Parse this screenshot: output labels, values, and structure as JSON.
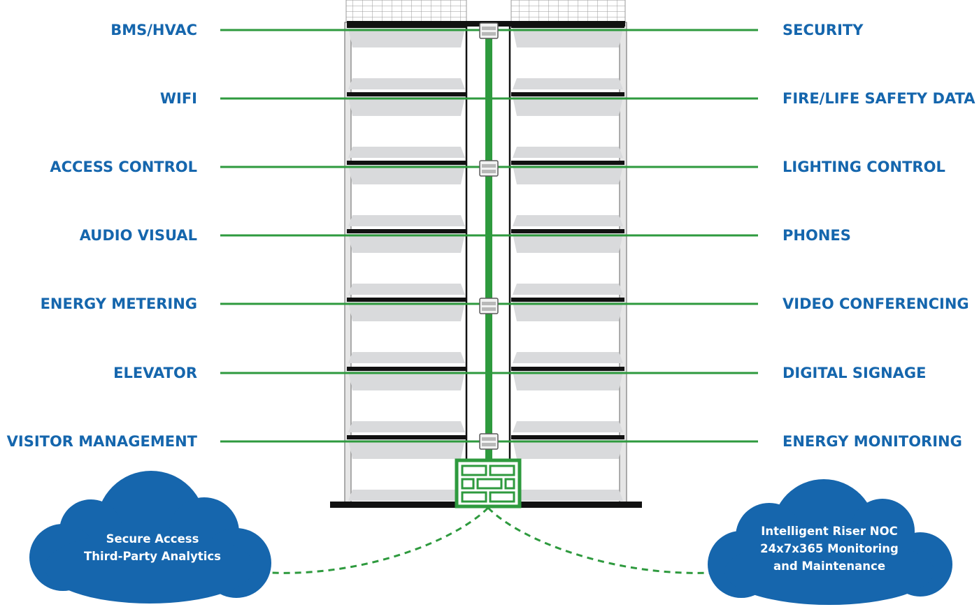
{
  "colors": {
    "label_blue": "#1566ad",
    "connector_green": "#2e9a3e",
    "cloud_blue": "#1666ad",
    "structure_black": "#111111"
  },
  "left_labels": [
    "BMS/HVAC",
    "WIFI",
    "ACCESS CONTROL",
    "AUDIO VISUAL",
    "ENERGY METERING",
    "ELEVATOR",
    "VISITOR MANAGEMENT"
  ],
  "right_labels": [
    "SECURITY",
    "FIRE/LIFE SAFETY DATA",
    "LIGHTING CONTROL",
    "PHONES",
    "VIDEO CONFERENCING",
    "DIGITAL SIGNAGE",
    "ENERGY MONITORING"
  ],
  "clouds": {
    "left": {
      "lines": [
        "Secure Access",
        "Third-Party Analytics"
      ]
    },
    "right": {
      "lines": [
        "Intelligent Riser NOC",
        "24x7x365 Monitoring",
        "and Maintenance"
      ]
    }
  },
  "icons": {
    "network_switch": "network-switch-icon",
    "firewall": "brick-wall-icon",
    "cloud": "cloud-icon"
  }
}
